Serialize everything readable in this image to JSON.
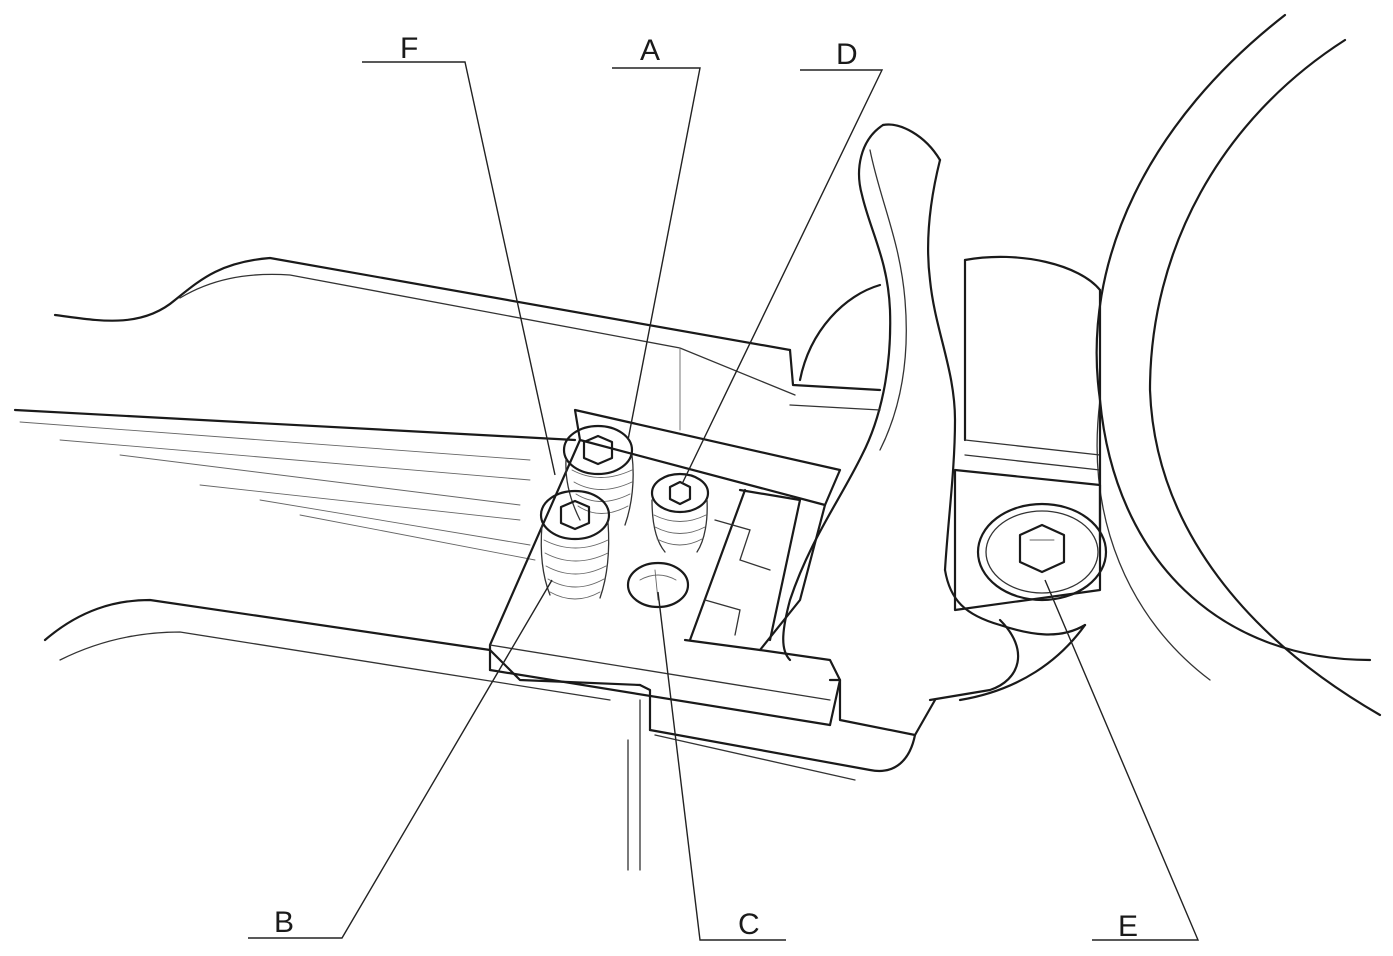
{
  "callouts": {
    "a": "A",
    "b": "B",
    "c": "C",
    "d": "D",
    "e": "E",
    "f": "F"
  },
  "colors": {
    "ink": "#1a1a1a",
    "paper": "#ffffff"
  }
}
